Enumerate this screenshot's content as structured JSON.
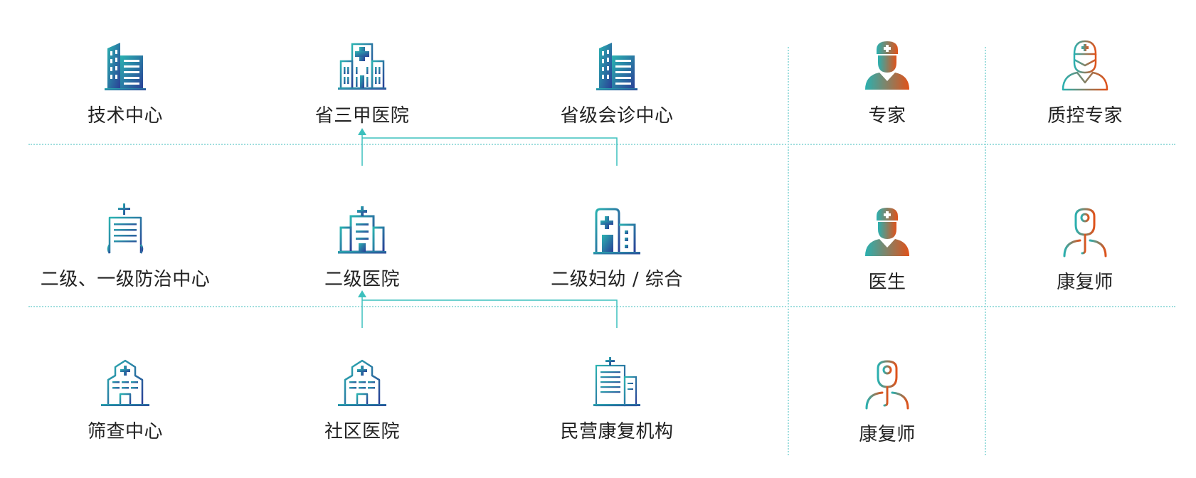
{
  "institutions": {
    "tier1": {
      "tech_center": "技术中心",
      "provincial_hospital": "省三甲医院",
      "consult_center": "省级会诊中心"
    },
    "tier2": {
      "prevention_center": "二级、一级防治中心",
      "secondary_hospital": "二级医院",
      "maternal_general": "二级妇幼 / 综合"
    },
    "tier3": {
      "screening_center": "筛查中心",
      "community_hospital": "社区医院",
      "private_rehab": "民营康复机构"
    }
  },
  "personnel": {
    "tier1": {
      "expert": "专家",
      "qc_expert": "质控专家"
    },
    "tier2": {
      "doctor": "医生",
      "therapist": "康复师"
    },
    "tier3": {
      "therapist": "康复师"
    }
  },
  "colors": {
    "gradient_start": "#2bb3b1",
    "gradient_end": "#2a3e96",
    "person_gradient_start": "#2ab0b0",
    "person_gradient_end": "#e0521a",
    "connector": "#3cc0bd",
    "divider": "#9fdede"
  }
}
